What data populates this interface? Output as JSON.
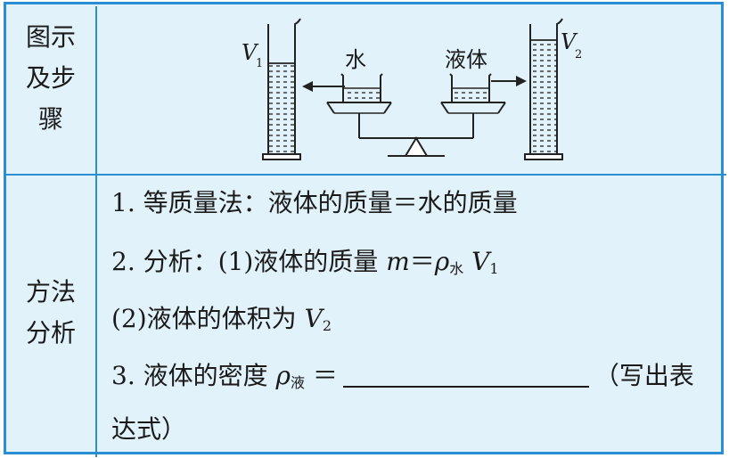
{
  "labels": {
    "figure": [
      "图示",
      "及步",
      "骤"
    ],
    "method": [
      "方法",
      "分析"
    ]
  },
  "figure": {
    "v1_letter": "V",
    "v1_sub": "1",
    "v2_letter": "V",
    "v2_sub": "2",
    "water": "水",
    "liquid": "液体"
  },
  "lines": {
    "l1": "1. 等质量法：液体的质量＝水的质量",
    "l2_prefix": "2. 分析：(1)液体的质量 ",
    "l2_m": "m",
    "l2_eq": "＝",
    "l2_rho": "ρ",
    "l2_rho_sub": "水",
    "l2_v": "V",
    "l2_v_sub": "1",
    "l3_prefix": "(2)液体的体积为 ",
    "l3_v": "V",
    "l3_v_sub": "2",
    "l4_prefix": "3. 液体的密度 ",
    "l4_rho": "ρ",
    "l4_rho_sub": "液",
    "l4_eq": " ＝",
    "l4_suffix": "（写出表",
    "l5": "达式）"
  },
  "colors": {
    "border": "#2a8ed3",
    "background": "#e1f2fb"
  }
}
